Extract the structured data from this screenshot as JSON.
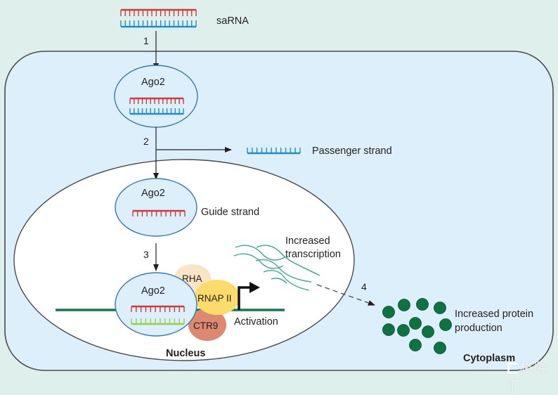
{
  "title": "saRNA-mediated gene activation mechanism",
  "colors": {
    "background": "#dff0ec",
    "cell": "#ddeffa",
    "cell_border": "#4a4a4a",
    "nucleus": "#ffffff",
    "ago2_fill": "#ddeffa",
    "ago2_border": "#3a78b8",
    "strand_red": "#cf3b3b",
    "strand_blue": "#1c8fd0",
    "strand_green": "#9acd4c",
    "dna": "#137a4c",
    "rha": "#f9e4c5",
    "rnap": "#fbdc6a",
    "ctr9": "#dd8870",
    "mrna": "#3aaa8c",
    "protein": "#0f7245"
  },
  "steps": [
    {
      "number": "1"
    },
    {
      "number": "2"
    },
    {
      "number": "3"
    },
    {
      "number": "4"
    }
  ],
  "labels": {
    "sarna": "saRNA",
    "ago2": "Ago2",
    "passenger_strand": "Passenger strand",
    "guide_strand": "Guide strand",
    "rha": "RHA",
    "rnap": "RNAP II",
    "ctr9": "CTR9",
    "activation": "Activation",
    "increased_transcription_1": "Increased",
    "increased_transcription_2": "transcription",
    "increased_protein_1": "Increased protein",
    "increased_protein_2": "production",
    "nucleus": "Nucleus",
    "cytoplasm": "Cytoplasm"
  },
  "watermark": "格隆汇"
}
